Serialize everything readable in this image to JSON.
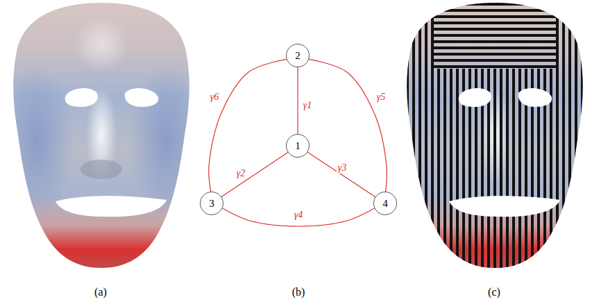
{
  "diagram": {
    "nodes": [
      {
        "text": [
          "2"
        ]
      },
      {
        "text": [
          "1"
        ]
      },
      {
        "text": [
          "3"
        ]
      },
      {
        "text": [
          "4"
        ]
      }
    ],
    "edges": [
      {
        "from": 1,
        "to": 0,
        "arrow": "none",
        "label": "γ1"
      },
      {
        "from": 1,
        "to": 2,
        "arrow": "none",
        "label": "γ2"
      },
      {
        "from": 1,
        "to": 3,
        "arrow": "none",
        "label": "γ3"
      },
      {
        "from": 2,
        "to": 3,
        "arrow": "none",
        "label": "γ4"
      },
      {
        "from": 0,
        "to": 3,
        "arrow": "none",
        "label": "γ5"
      },
      {
        "from": 0,
        "to": 2,
        "arrow": "none",
        "label": "γ6"
      }
    ],
    "labels": [
      "(a)",
      "(b)",
      "(c)"
    ]
  }
}
